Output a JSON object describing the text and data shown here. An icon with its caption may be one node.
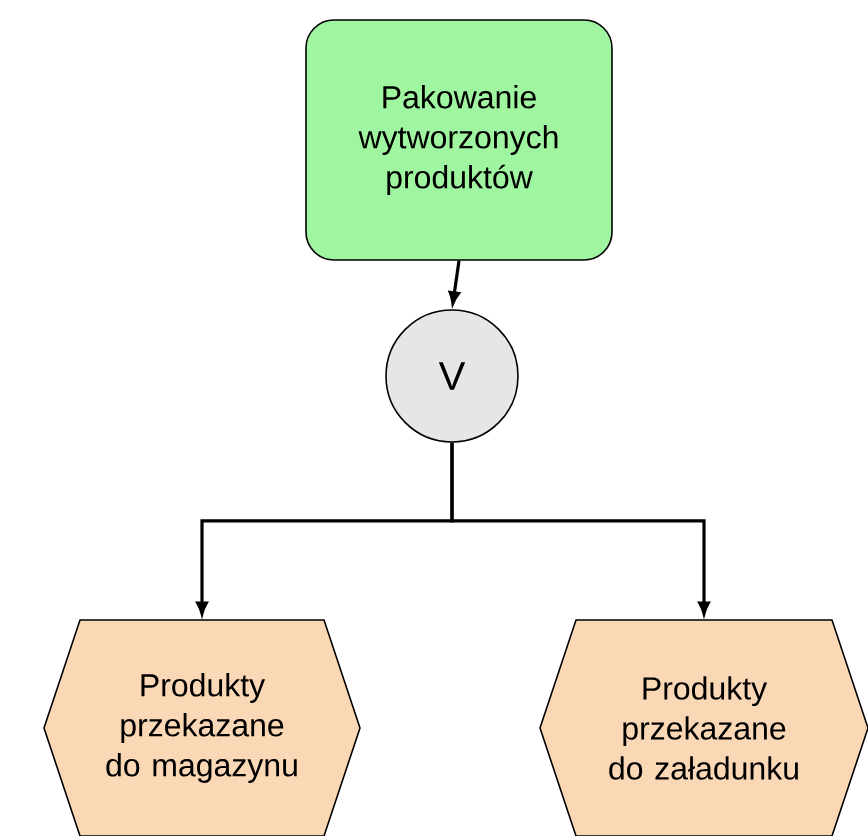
{
  "diagram": {
    "nodes": [
      {
        "text": [
          "Pakowanie wytworzonych produktów"
        ]
      },
      {
        "text": [
          "V"
        ]
      },
      {
        "text": [
          "Produkty przekazane do magazynu"
        ]
      },
      {
        "text": [
          "Produkty przekazane do załadunku"
        ]
      }
    ],
    "edges": [
      {
        "from": 0,
        "to": 1,
        "arrow": "to"
      },
      {
        "from": 1,
        "to": 2,
        "arrow": "to"
      },
      {
        "from": 1,
        "to": 3,
        "arrow": "to"
      }
    ]
  }
}
